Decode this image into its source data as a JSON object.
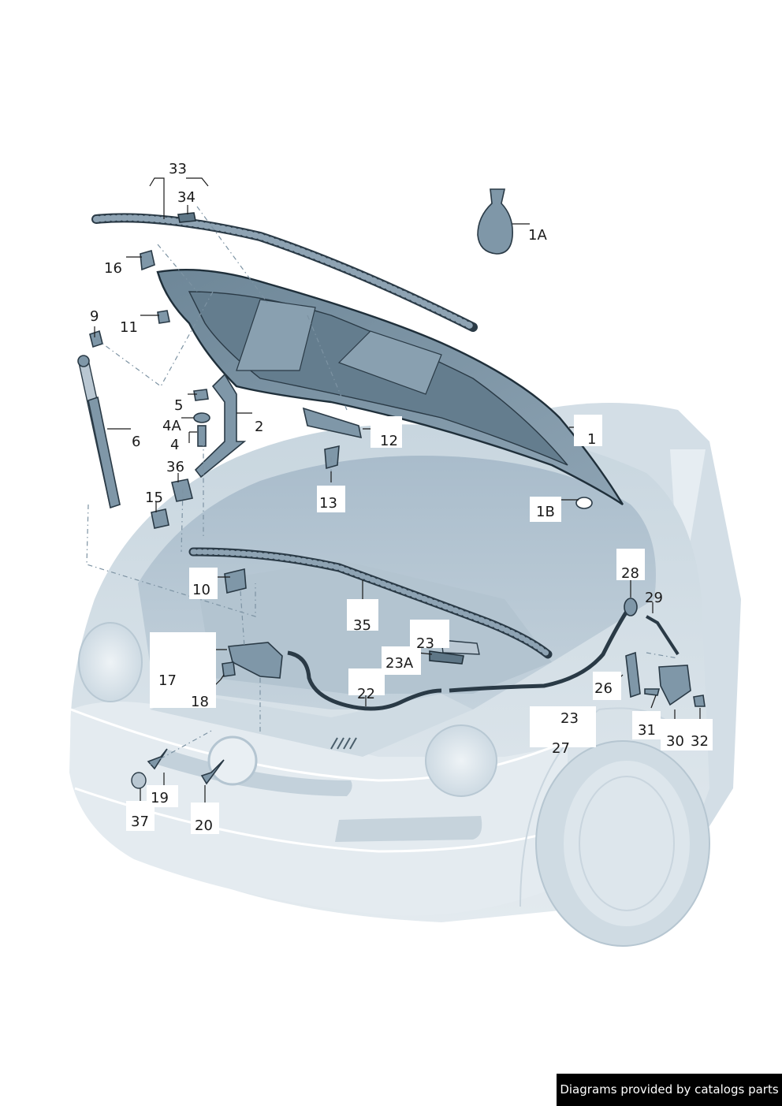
{
  "labels": {
    "l33": "33",
    "l34": "34",
    "l1A": "1A",
    "l16": "16",
    "l9": "9",
    "l11": "11",
    "l5": "5",
    "l4A": "4A",
    "l4": "4",
    "l2": "2",
    "l6": "6",
    "l36": "36",
    "l15": "15",
    "l12": "12",
    "l1": "1",
    "l13": "13",
    "l1B": "1B",
    "l10": "10",
    "l35": "35",
    "l28": "28",
    "l29": "29",
    "l23a": "23",
    "l23A": "23A",
    "l17": "17",
    "l18": "18",
    "l22": "22",
    "l26": "26",
    "l23b": "23",
    "l27": "27",
    "l31": "31",
    "l30": "30",
    "l32": "32",
    "l19": "19",
    "l37": "37",
    "l20": "20"
  },
  "credit": "Diagrams provided by catalogs parts",
  "colors": {
    "body": "#dde6ec",
    "body_shade": "#b8c9d5",
    "part": "#7f97a8",
    "outline": "#2a3a46"
  }
}
